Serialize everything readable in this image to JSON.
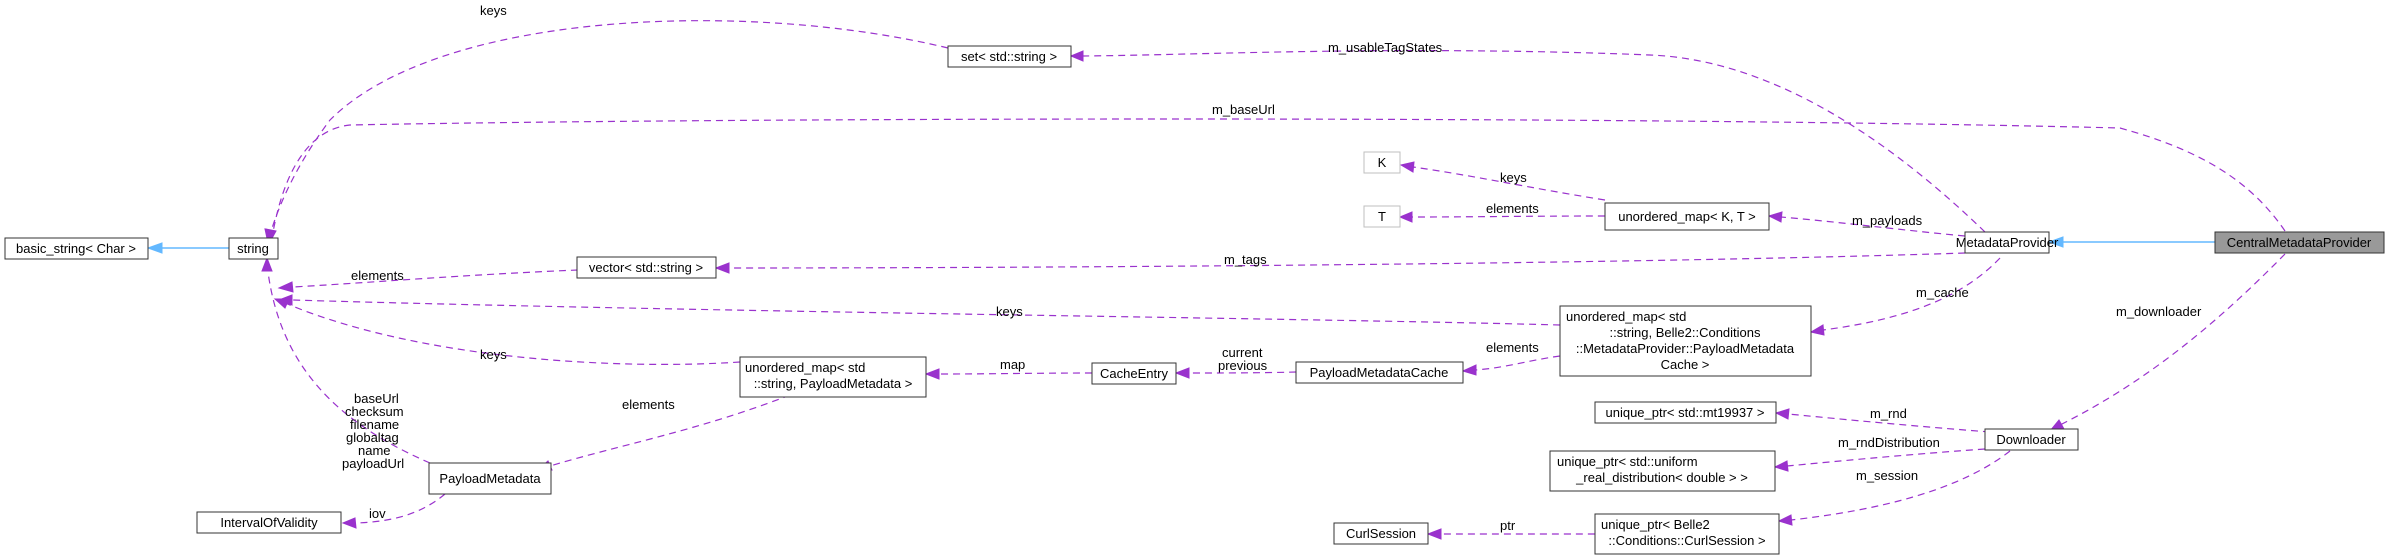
{
  "diagram": {
    "nodes": {
      "basic_string": "basic_string< Char >",
      "string": "string",
      "interval": "IntervalOfValidity",
      "payload_metadata": "PayloadMetadata",
      "set_string": "set< std::string >",
      "vector_string": "vector< std::string >",
      "umap_payload": [
        "unordered_map< std",
        "::string, PayloadMetadata >"
      ],
      "cache_entry": "CacheEntry",
      "payload_cache": "PayloadMetadataCache",
      "k": "K",
      "t": "T",
      "umap_kt": "unordered_map< K, T >",
      "umap_cache": [
        "unordered_map< std",
        "::string, Belle2::Conditions",
        "::MetadataProvider::PayloadMetadata",
        "Cache >"
      ],
      "metadata_provider": "MetadataProvider",
      "central_provider": "CentralMetadataProvider",
      "unique_mt": "unique_ptr< std::mt19937 >",
      "unique_uniform": [
        "unique_ptr< std::uniform",
        "_real_distribution< double > >"
      ],
      "curl_session": "CurlSession",
      "unique_curl": [
        "unique_ptr< Belle2",
        "::Conditions::CurlSession >"
      ],
      "downloader": "Downloader"
    },
    "edges": {
      "keys_set": "keys",
      "usable_tag_states": "m_usableTagStates",
      "base_url": "m_baseUrl",
      "keys_k": "keys",
      "elements_t": "elements",
      "payloads": "m_payloads",
      "elements_vector": "elements",
      "tags": "m_tags",
      "cache": "m_cache",
      "downloader": "m_downloader",
      "keys_cache": "keys",
      "elements_cache": "elements",
      "current_previous": [
        "current",
        "previous"
      ],
      "map": "map",
      "keys_umap": "keys",
      "elements_payload": "elements",
      "string_fields": [
        "baseUrl",
        "checksum",
        "filename",
        "globaltag",
        "name",
        "payloadUrl"
      ],
      "iov": "iov",
      "rnd": "m_rnd",
      "rnd_distribution": "m_rndDistribution",
      "session": "m_session",
      "ptr": "ptr"
    }
  }
}
